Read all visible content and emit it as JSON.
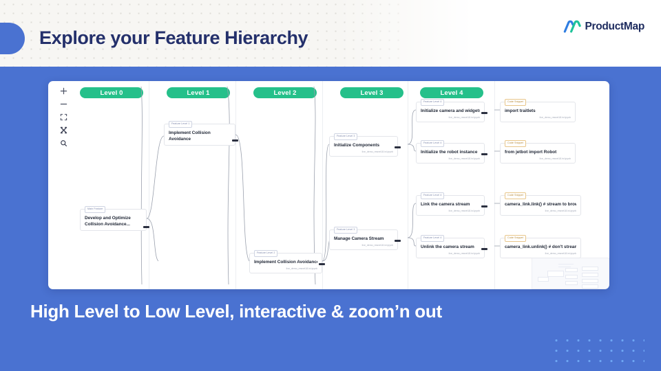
{
  "header": {
    "title": "Explore your Feature Hierarchy",
    "logo_text": "ProductMap",
    "logo_icon": "productmap-chevrons-logo",
    "accent_color": "#4a72d1",
    "title_color": "#24306b"
  },
  "caption": "High Level to Low Level, interactive & zoom’n out",
  "canvas": {
    "zoom_tools": [
      {
        "name": "zoom-in-button",
        "glyph": "+"
      },
      {
        "name": "zoom-out-button",
        "glyph": "–"
      },
      {
        "name": "fit-view-button",
        "glyph": "⌞⌝"
      },
      {
        "name": "lock-button",
        "glyph": "✕"
      },
      {
        "name": "search-button",
        "glyph": "⌕"
      }
    ],
    "levels": [
      {
        "label": "Level 0"
      },
      {
        "label": "Level 1"
      },
      {
        "label": "Level 2"
      },
      {
        "label": "Level 3"
      },
      {
        "label": "Level 4"
      }
    ],
    "level_pill_color": "#25c08a",
    "nodes": [
      {
        "id": "root",
        "badge": "Main Feature",
        "badge_style": "default",
        "title": "Develop and Optimize Collision Avoidance...",
        "subtitle": ""
      },
      {
        "id": "l1-implement",
        "badge": "Feature Level 1",
        "badge_style": "default",
        "title": "Implement Collision Avoidance",
        "subtitle": ""
      },
      {
        "id": "l2-implement",
        "badge": "Feature Level 2",
        "badge_style": "default",
        "title": "Implement Collision Avoidance",
        "subtitle": "live_demo_resnet18.ini.ipynb"
      },
      {
        "id": "l3-initialize-components",
        "badge": "Feature Level 3",
        "badge_style": "default",
        "title": "Initialize Components",
        "subtitle": "live_demo_resnet18.ini.ipynb"
      },
      {
        "id": "l3-manage-camera",
        "badge": "Feature Level 3",
        "badge_style": "default",
        "title": "Manage Camera Stream",
        "subtitle": "live_demo_resnet18.ini.ipynb"
      },
      {
        "id": "l4-init-camera",
        "badge": "Feature Level 4",
        "badge_style": "default",
        "title": "Initialize camera and widgets",
        "subtitle": "live_demo_resnet18.ini.ipynb"
      },
      {
        "id": "l4-init-robot",
        "badge": "Feature Level 4",
        "badge_style": "default",
        "title": "Initialize the robot instance",
        "subtitle": "live_demo_resnet18.ini.ipynb"
      },
      {
        "id": "l4-link-camera",
        "badge": "Feature Level 4",
        "badge_style": "default",
        "title": "Link the camera stream",
        "subtitle": "live_demo_resnet18.ini.ipynb"
      },
      {
        "id": "l4-unlink-camera",
        "badge": "Feature Level 4",
        "badge_style": "default",
        "title": "Unlink the camera stream",
        "subtitle": "live_demo_resnet18.ini.ipynb"
      },
      {
        "id": "snippet-traitlets",
        "badge": "Code Snippet",
        "badge_style": "orange",
        "title": "import traitlets",
        "subtitle": "live_demo_resnet18.ini.ipynb"
      },
      {
        "id": "snippet-jetbot",
        "badge": "Code Snippet",
        "badge_style": "orange",
        "title": "from jetbot import Robot",
        "subtitle": "live_demo_resnet18.ini.ipynb"
      },
      {
        "id": "snippet-link",
        "badge": "Code Snippet",
        "badge_style": "orange",
        "title": "camera_link.link() # stream to browser ...",
        "subtitle": "live_demo_resnet18.ini.ipynb"
      },
      {
        "id": "snippet-unlink",
        "badge": "Code Snippet",
        "badge_style": "orange",
        "title": "camera_link.unlink() # don't stream to ...",
        "subtitle": "live_demo_resnet18.ini.ipynb"
      }
    ]
  }
}
